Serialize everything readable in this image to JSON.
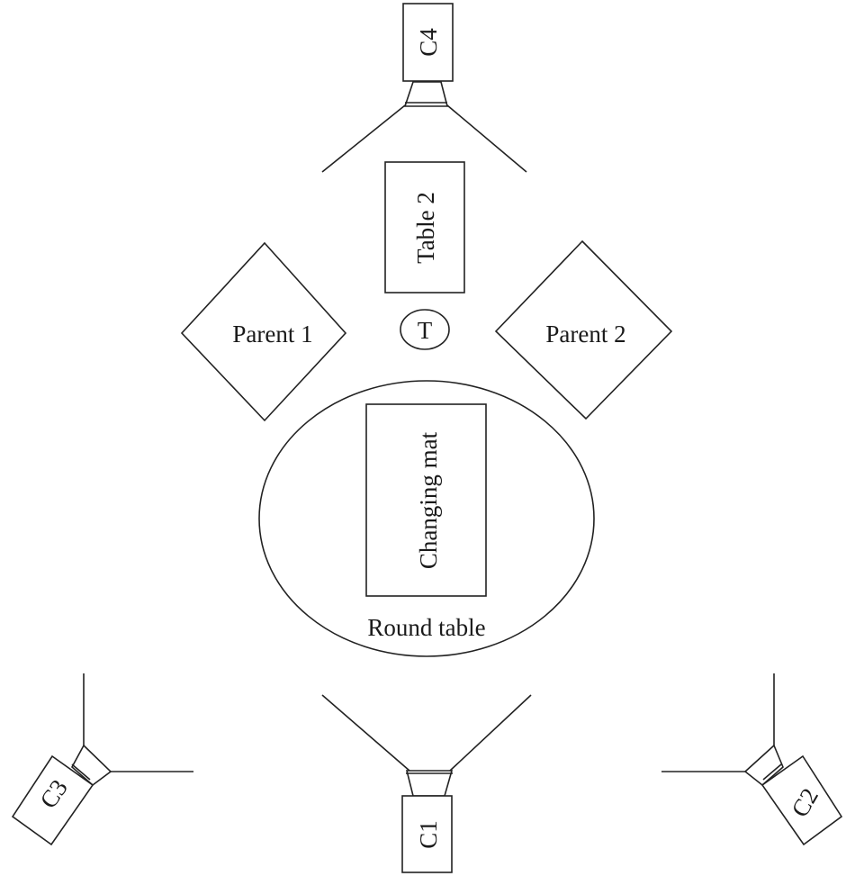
{
  "labels": {
    "table2": "Table 2",
    "parent1": "Parent 1",
    "parent2": "Parent 2",
    "t": "T",
    "changing_mat": "Changing mat",
    "round_table": "Round table",
    "c1": "C1",
    "c2": "C2",
    "c3": "C3",
    "c4": "C4"
  }
}
